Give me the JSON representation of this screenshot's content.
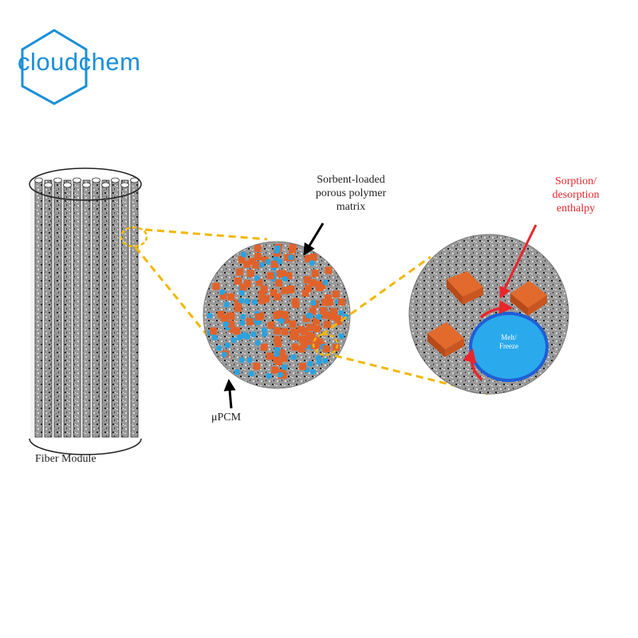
{
  "logo": {
    "text": "cloudchem",
    "color": "#1a8fd8"
  },
  "labels": {
    "sorbent_line1": "Sorbent-loaded",
    "sorbent_line2": "porous polymer",
    "sorbent_line3": "matrix",
    "upcm": "μPCM",
    "fiber_module": "Fiber Module",
    "sorption_line1": "Sorption/",
    "sorption_line2": "desorption",
    "sorption_line3": "enthalpy",
    "melt_line1": "Melt/",
    "melt_line2": "Freeze"
  },
  "colors": {
    "accent_dashed": "#f2b705",
    "sorbent_particle": "#e0622a",
    "pcm_particle": "#2aa3e0",
    "enthalpy_arrow": "#e8262c",
    "pcm_core": "#2aa9ec",
    "pcm_core_border": "#1f5fd6"
  }
}
